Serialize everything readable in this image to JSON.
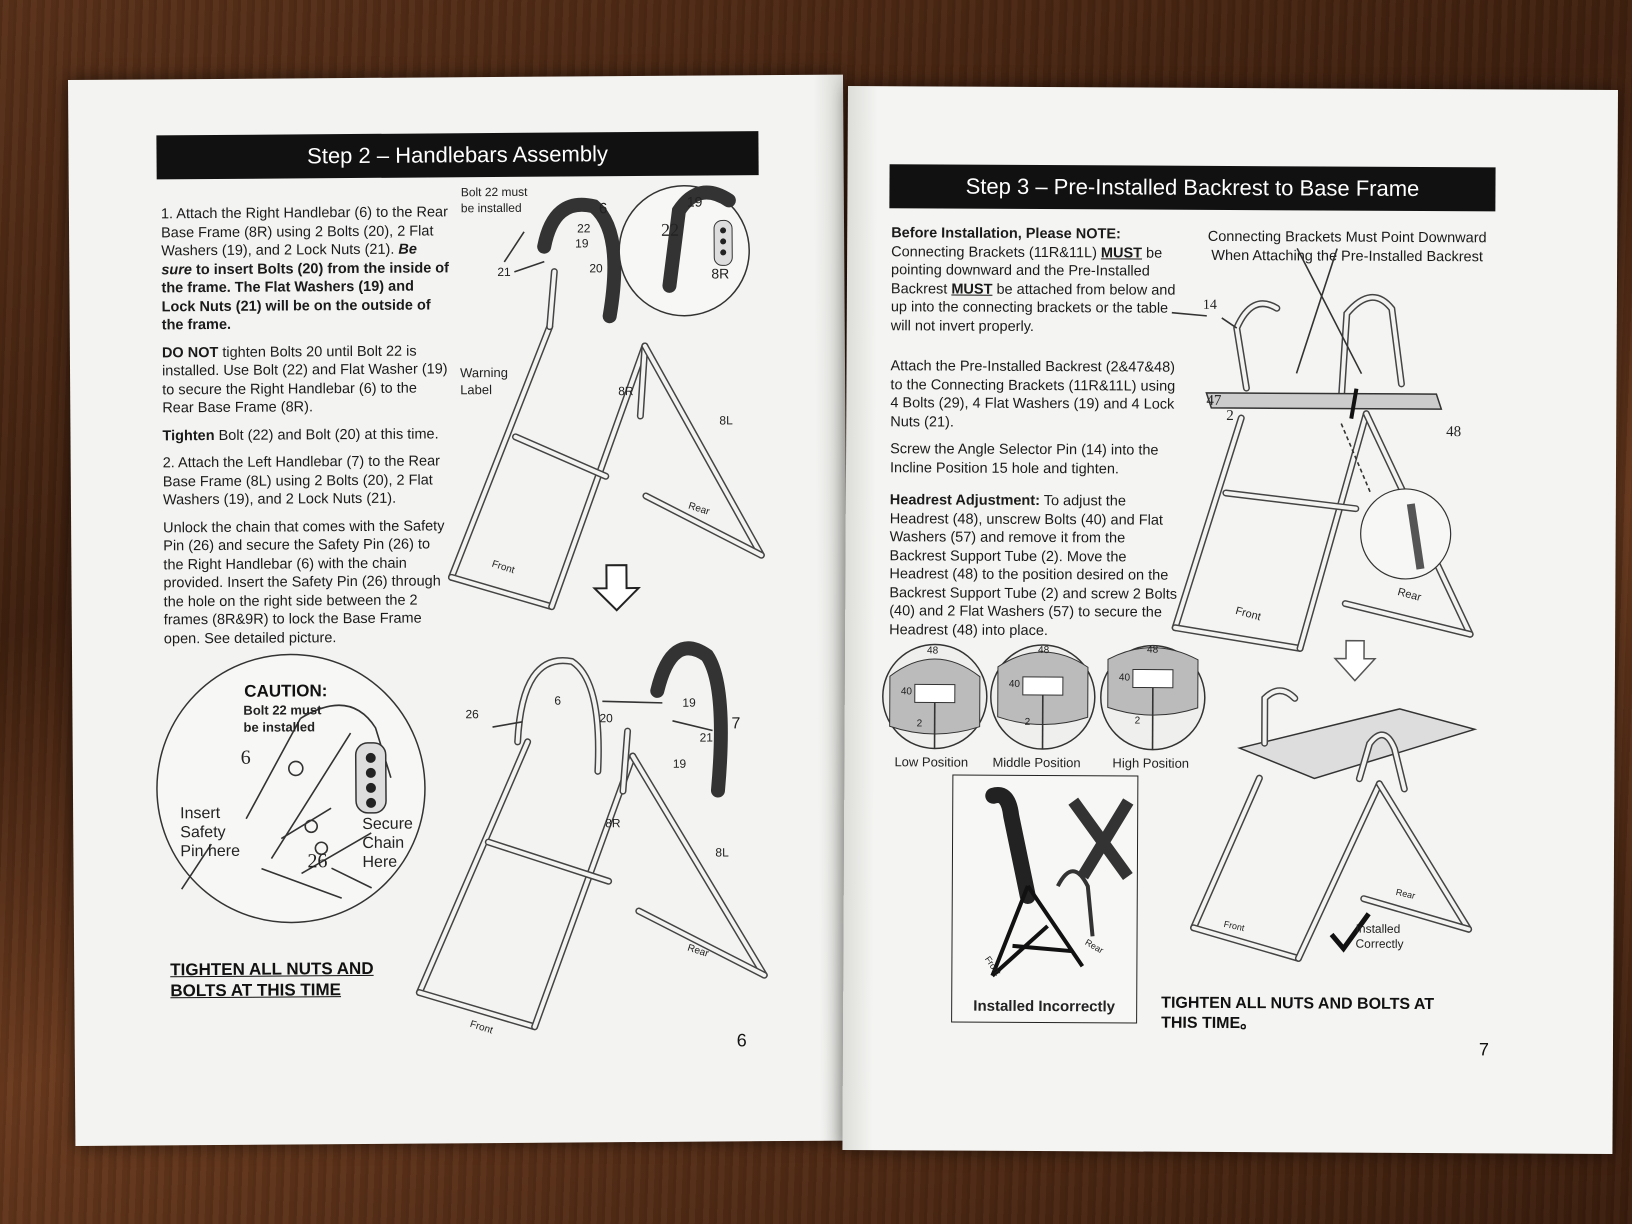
{
  "left_page": {
    "banner": "Step 2 – Handlebars Assembly",
    "p1": "1. Attach the Right Handlebar (6) to the Rear Base Frame (8R) using 2 Bolts (20), 2 Flat Washers (19), and 2 Lock Nuts (21).",
    "p1_emph_a": "Be sure",
    "p1_emph_b": " to insert Bolts (20) from the inside of the frame. The Flat Washers (19) and Lock Nuts (21) will be on the outside of the frame.",
    "p2_bold": "DO NOT",
    "p2_rest": " tighten Bolts 20 until Bolt 22 is installed. Use Bolt (22) and Flat Washer (19) to secure the Right Handlebar (6) to the Rear Base Frame (8R).",
    "p3_bold": "Tighten",
    "p3_rest": " Bolt (22) and Bolt (20) at this time.",
    "p4": "2. Attach the Left Handlebar (7) to the Rear Base Frame (8L) using 2 Bolts (20), 2 Flat Washers (19), and 2 Lock Nuts (21).",
    "p5": "Unlock the chain that comes with the Safety Pin (26) and secure the Safety Pin (26) to the Right Handlebar (6) with the chain provided. Insert the Safety Pin (26) through the hole on the right side between the 2 frames (8R&9R) to lock the Base Frame open. See detailed picture.",
    "caution_title": "CAUTION:",
    "caution_sub_1": "Bolt 22 must",
    "caution_sub_2": "be installed",
    "insert_1": "Insert",
    "insert_2": "Safety",
    "insert_3": "Pin here",
    "secure_1": "Secure",
    "secure_2": "Chain",
    "secure_3": "Here",
    "num_6": "6",
    "num_26": "26",
    "bolt_note_1": "Bolt 22 must",
    "bolt_note_2": "be installed",
    "warning_1": "Warning",
    "warning_2": "Label",
    "part_8R": "8R",
    "part_8L": "8L",
    "part_6": "6",
    "part_7": "7",
    "part_19": "19",
    "part_20": "20",
    "part_21": "21",
    "part_22": "22",
    "part_26": "26",
    "front": "Front",
    "rear": "Rear",
    "tighten_1": "TIGHTEN ALL NUTS AND",
    "tighten_2": "BOLTS AT THIS TIME",
    "page_number": "6"
  },
  "right_page": {
    "banner": "Step 3 – Pre-Installed Backrest to Base Frame",
    "note_title": "Before Installation, Please NOTE:",
    "note_a": "Connecting Brackets (11R&11L) ",
    "note_must1": "MUST",
    "note_b": " be pointing downward and the Pre-Installed Backrest ",
    "note_must2": "MUST",
    "note_c": " be attached from below and up into the connecting brackets or the table will not invert properly.",
    "attach": "Attach the Pre-Installed Backrest (2&47&48) to the Connecting Brackets (11R&11L) using 4 Bolts (29), 4 Flat Washers (19) and 4 Lock Nuts (21).",
    "screw": "Screw the Angle Selector Pin (14) into the Incline Position 15 hole and tighten.",
    "headrest_title": "Headrest Adjustment:",
    "headrest_rest": " To adjust the Headrest (48), unscrew Bolts (40) and Flat Washers (57) and remove it from the Backrest Support Tube (2). Move the Headrest (48) to the position desired on the Backrest Support Tube (2) and screw 2 Bolts (40) and 2 Flat Washers (57) to secure the Headrest (48) into place.",
    "bracket_note_1": "Connecting Brackets Must Point Downward",
    "bracket_note_2": "When Attaching the Pre-Installed Backrest",
    "pos_low": "Low Position",
    "pos_mid": "Middle Position",
    "pos_high": "High Position",
    "num_48": "48",
    "num_40": "40",
    "num_2": "2",
    "num_14": "14",
    "num_47": "47",
    "installed_incorrectly": "Installed Incorrectly",
    "installed_correctly_1": "Installed",
    "installed_correctly_2": "Correctly",
    "front": "Front",
    "rear": "Rear",
    "tighten_1": "TIGHTEN ALL NUTS AND BOLTS AT",
    "tighten_2": "THIS TIME。",
    "page_number": "7"
  }
}
